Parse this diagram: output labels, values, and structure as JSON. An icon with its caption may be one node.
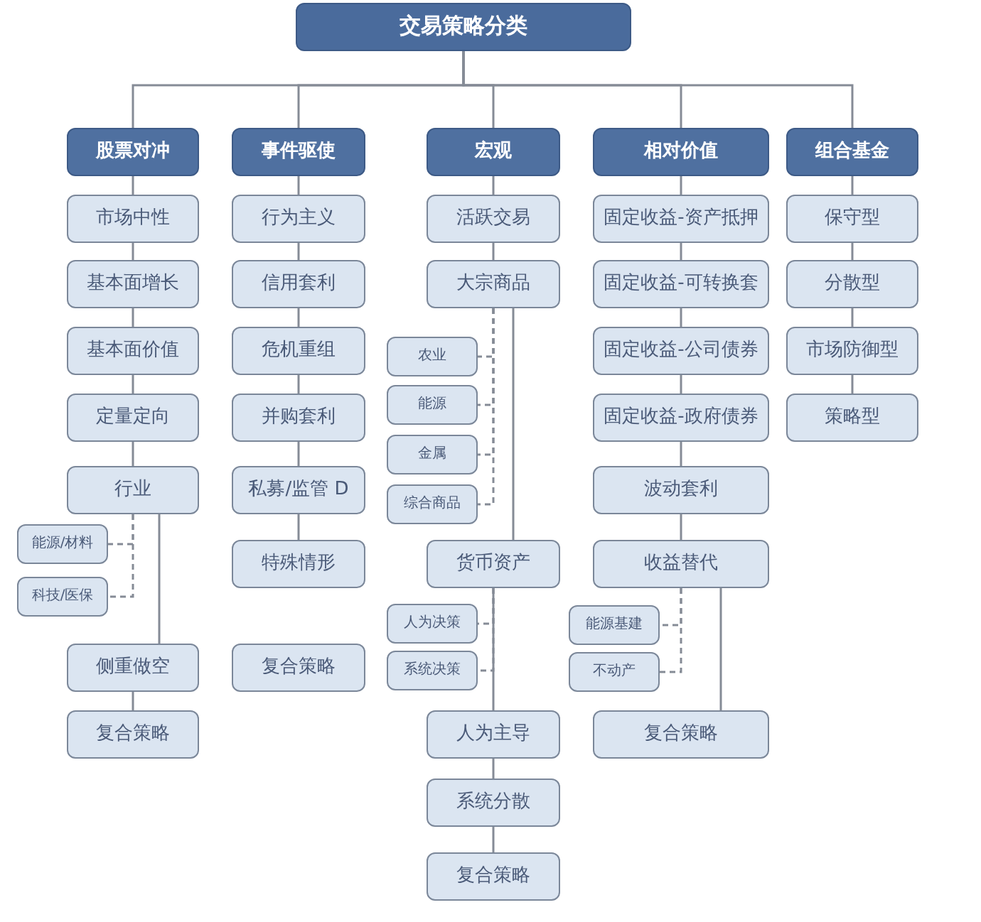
{
  "diagram": {
    "nodes": [
      {
        "text": [
          "交易策略分类"
        ]
      },
      {
        "text": [
          "股票对冲"
        ]
      },
      {
        "text": [
          "事件驱使"
        ]
      },
      {
        "text": [
          "宏观"
        ]
      },
      {
        "text": [
          "相对价值"
        ]
      },
      {
        "text": [
          "组合基金"
        ]
      },
      {
        "text": [
          "市场中性"
        ]
      },
      {
        "text": [
          "基本面增长"
        ]
      },
      {
        "text": [
          "基本面价值"
        ]
      },
      {
        "text": [
          "定量定向"
        ]
      },
      {
        "text": [
          "行业"
        ]
      },
      {
        "text": [
          "能源/材料"
        ]
      },
      {
        "text": [
          "科技/医保"
        ]
      },
      {
        "text": [
          "侧重做空"
        ]
      },
      {
        "text": [
          "复合策略"
        ]
      },
      {
        "text": [
          "行为主义"
        ]
      },
      {
        "text": [
          "信用套利"
        ]
      },
      {
        "text": [
          "危机重组"
        ]
      },
      {
        "text": [
          "并购套利"
        ]
      },
      {
        "text": [
          "私募/监管 D"
        ]
      },
      {
        "text": [
          "特殊情形"
        ]
      },
      {
        "text": [
          "复合策略"
        ]
      },
      {
        "text": [
          "活跃交易"
        ]
      },
      {
        "text": [
          "大宗商品"
        ]
      },
      {
        "text": [
          "农业"
        ]
      },
      {
        "text": [
          "能源"
        ]
      },
      {
        "text": [
          "金属"
        ]
      },
      {
        "text": [
          "综合商品"
        ]
      },
      {
        "text": [
          "货币资产"
        ]
      },
      {
        "text": [
          "人为决策"
        ]
      },
      {
        "text": [
          "系统决策"
        ]
      },
      {
        "text": [
          "人为主导"
        ]
      },
      {
        "text": [
          "系统分散"
        ]
      },
      {
        "text": [
          "复合策略"
        ]
      },
      {
        "text": [
          "固定收益-资产抵押"
        ]
      },
      {
        "text": [
          "固定收益-可转换套"
        ]
      },
      {
        "text": [
          "固定收益-公司债券"
        ]
      },
      {
        "text": [
          "固定收益-政府债券"
        ]
      },
      {
        "text": [
          "波动套利"
        ]
      },
      {
        "text": [
          "收益替代"
        ]
      },
      {
        "text": [
          "能源基建"
        ]
      },
      {
        "text": [
          "不动产"
        ]
      },
      {
        "text": [
          "复合策略"
        ]
      },
      {
        "text": [
          "保守型"
        ]
      },
      {
        "text": [
          "分散型"
        ]
      },
      {
        "text": [
          "市场防御型"
        ]
      },
      {
        "text": [
          "策略型"
        ]
      }
    ],
    "edges": [
      {
        "from": 0,
        "to": 1,
        "arrow": "none"
      },
      {
        "from": 0,
        "to": 2,
        "arrow": "none"
      },
      {
        "from": 0,
        "to": 3,
        "arrow": "none"
      },
      {
        "from": 0,
        "to": 4,
        "arrow": "none"
      },
      {
        "from": 0,
        "to": 5,
        "arrow": "none"
      },
      {
        "from": 1,
        "to": 6,
        "arrow": "none"
      },
      {
        "from": 6,
        "to": 7,
        "arrow": "none"
      },
      {
        "from": 7,
        "to": 8,
        "arrow": "none"
      },
      {
        "from": 8,
        "to": 9,
        "arrow": "none"
      },
      {
        "from": 9,
        "to": 10,
        "arrow": "none"
      },
      {
        "from": 10,
        "to": 11,
        "arrow": "none",
        "style": "dashed"
      },
      {
        "from": 10,
        "to": 12,
        "arrow": "none",
        "style": "dashed"
      },
      {
        "from": 10,
        "to": 13,
        "arrow": "none"
      },
      {
        "from": 13,
        "to": 14,
        "arrow": "none"
      },
      {
        "from": 2,
        "to": 15,
        "arrow": "none"
      },
      {
        "from": 15,
        "to": 16,
        "arrow": "none"
      },
      {
        "from": 16,
        "to": 17,
        "arrow": "none"
      },
      {
        "from": 17,
        "to": 18,
        "arrow": "none"
      },
      {
        "from": 18,
        "to": 19,
        "arrow": "none"
      },
      {
        "from": 19,
        "to": 20,
        "arrow": "none"
      },
      {
        "from": 3,
        "to": 22,
        "arrow": "none"
      },
      {
        "from": 22,
        "to": 23,
        "arrow": "none"
      },
      {
        "from": 23,
        "to": 24,
        "arrow": "none",
        "style": "dashed"
      },
      {
        "from": 23,
        "to": 25,
        "arrow": "none",
        "style": "dashed"
      },
      {
        "from": 23,
        "to": 26,
        "arrow": "none",
        "style": "dashed"
      },
      {
        "from": 23,
        "to": 27,
        "arrow": "none",
        "style": "dashed"
      },
      {
        "from": 23,
        "to": 28,
        "arrow": "none"
      },
      {
        "from": 28,
        "to": 29,
        "arrow": "none",
        "style": "dashed"
      },
      {
        "from": 28,
        "to": 30,
        "arrow": "none",
        "style": "dashed"
      },
      {
        "from": 28,
        "to": 31,
        "arrow": "none"
      },
      {
        "from": 31,
        "to": 32,
        "arrow": "none"
      },
      {
        "from": 32,
        "to": 33,
        "arrow": "none"
      },
      {
        "from": 4,
        "to": 34,
        "arrow": "none"
      },
      {
        "from": 34,
        "to": 35,
        "arrow": "none"
      },
      {
        "from": 35,
        "to": 36,
        "arrow": "none"
      },
      {
        "from": 36,
        "to": 37,
        "arrow": "none"
      },
      {
        "from": 37,
        "to": 38,
        "arrow": "none"
      },
      {
        "from": 38,
        "to": 39,
        "arrow": "none"
      },
      {
        "from": 39,
        "to": 40,
        "arrow": "none",
        "style": "dashed"
      },
      {
        "from": 39,
        "to": 41,
        "arrow": "none",
        "style": "dashed"
      },
      {
        "from": 39,
        "to": 42,
        "arrow": "none"
      },
      {
        "from": 5,
        "to": 43,
        "arrow": "none"
      },
      {
        "from": 43,
        "to": 44,
        "arrow": "none"
      },
      {
        "from": 44,
        "to": 45,
        "arrow": "none"
      },
      {
        "from": 45,
        "to": 46,
        "arrow": "none"
      }
    ]
  }
}
